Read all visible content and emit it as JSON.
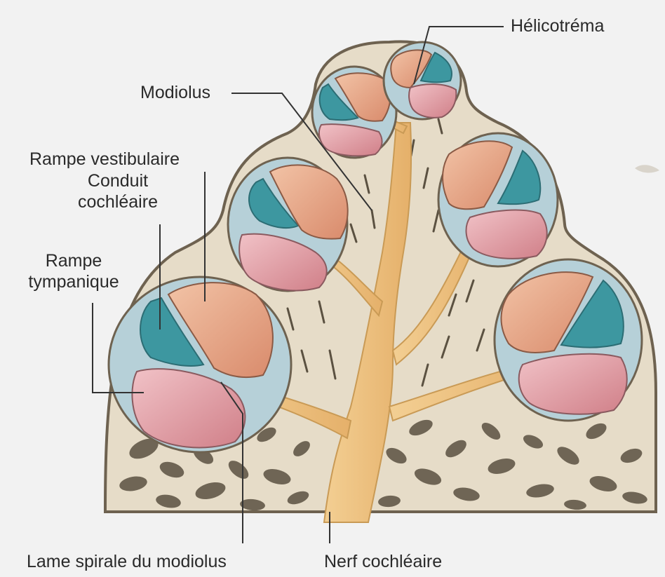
{
  "labels": {
    "helicotrema": "Hélicotréma",
    "modiolus": "Modiolus",
    "rampe_vestibulaire": "Rampe vestibulaire",
    "conduit_line1": "Conduit",
    "conduit_line2": "cochléaire",
    "rampe_tympanique_line1": "Rampe",
    "rampe_tympanique_line2": "tympanique",
    "lame_spirale": "Lame spirale du modiolus",
    "nerf_cochleaire": "Nerf cochléaire"
  },
  "colors": {
    "bone": "#e6dcc8",
    "bone_outline": "#6e6250",
    "spongy_bone": "#5b5141",
    "scala_vestibuli": "#e3a486",
    "scala_tympani": "#e2a3aa",
    "cochlear_duct": "#3d97a0",
    "perilymph": "#b6d0d8",
    "nerve": "#efc27e",
    "leader_line": "#333333"
  }
}
